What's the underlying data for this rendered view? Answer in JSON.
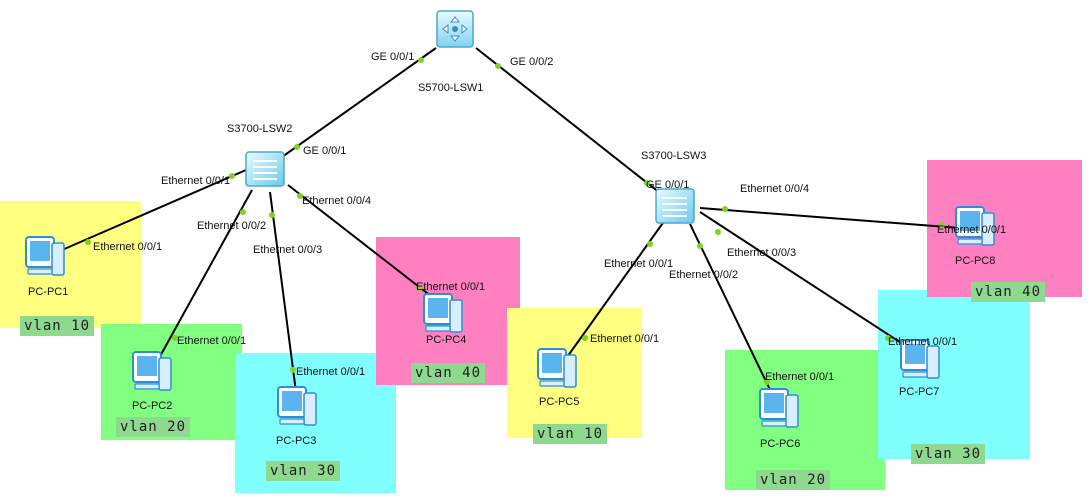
{
  "colors": {
    "yellow": "#ffff80",
    "green": "#80ff80",
    "cyan": "#80ffff",
    "pink": "#ff80c0",
    "vlan_badge": "#8fd88f",
    "port_dot": "#7ed321",
    "link": "#000000"
  },
  "zones": [
    {
      "id": "z-pc1",
      "color": "yellow",
      "vlan": "vlan 10"
    },
    {
      "id": "z-pc2",
      "color": "green",
      "vlan": "vlan 20"
    },
    {
      "id": "z-pc3",
      "color": "cyan",
      "vlan": "vlan 30"
    },
    {
      "id": "z-pc4",
      "color": "pink",
      "vlan": "vlan 40"
    },
    {
      "id": "z-pc5",
      "color": "yellow",
      "vlan": "vlan 10"
    },
    {
      "id": "z-pc6",
      "color": "green",
      "vlan": "vlan 20"
    },
    {
      "id": "z-pc7",
      "color": "cyan",
      "vlan": "vlan 30"
    },
    {
      "id": "z-pc8",
      "color": "pink",
      "vlan": "vlan 40"
    }
  ],
  "devices": {
    "lsw1": {
      "name": "S5700-LSW1",
      "icon": "core-switch-icon"
    },
    "lsw2": {
      "name": "S3700-LSW2",
      "icon": "switch-icon"
    },
    "lsw3": {
      "name": "S3700-LSW3",
      "icon": "switch-icon"
    },
    "pc1": {
      "name": "PC-PC1",
      "icon": "pc-icon"
    },
    "pc2": {
      "name": "PC-PC2",
      "icon": "pc-icon"
    },
    "pc3": {
      "name": "PC-PC3",
      "icon": "pc-icon"
    },
    "pc4": {
      "name": "PC-PC4",
      "icon": "pc-icon"
    },
    "pc5": {
      "name": "PC-PC5",
      "icon": "pc-icon"
    },
    "pc6": {
      "name": "PC-PC6",
      "icon": "pc-icon"
    },
    "pc7": {
      "name": "PC-PC7",
      "icon": "pc-icon"
    },
    "pc8": {
      "name": "PC-PC8",
      "icon": "pc-icon"
    }
  },
  "ports": {
    "lsw1_ge1": "GE 0/0/1",
    "lsw1_ge2": "GE 0/0/2",
    "lsw2_ge1": "GE 0/0/1",
    "lsw2_e1": "Ethernet 0/0/1",
    "lsw2_e2": "Ethernet 0/0/2",
    "lsw2_e3": "Ethernet 0/0/3",
    "lsw2_e4": "Ethernet 0/0/4",
    "lsw3_ge1": "GE 0/0/1",
    "lsw3_e1": "Ethernet 0/0/1",
    "lsw3_e2": "Ethernet 0/0/2",
    "lsw3_e3": "Ethernet 0/0/3",
    "lsw3_e4": "Ethernet 0/0/4",
    "pc1_e1": "Ethernet 0/0/1",
    "pc2_e1": "Ethernet 0/0/1",
    "pc3_e1": "Ethernet 0/0/1",
    "pc4_e1": "Ethernet 0/0/1",
    "pc5_e1": "Ethernet 0/0/1",
    "pc6_e1": "Ethernet 0/0/1",
    "pc7_e1": "Ethernet 0/0/1",
    "pc8_e1": "Ethernet 0/0/1"
  },
  "links": [
    {
      "from": "lsw1",
      "from_port": "GE 0/0/1",
      "to": "lsw2",
      "to_port": "GE 0/0/1"
    },
    {
      "from": "lsw1",
      "from_port": "GE 0/0/2",
      "to": "lsw3",
      "to_port": "GE 0/0/1"
    },
    {
      "from": "lsw2",
      "from_port": "Ethernet 0/0/1",
      "to": "pc1",
      "to_port": "Ethernet 0/0/1"
    },
    {
      "from": "lsw2",
      "from_port": "Ethernet 0/0/2",
      "to": "pc2",
      "to_port": "Ethernet 0/0/1"
    },
    {
      "from": "lsw2",
      "from_port": "Ethernet 0/0/3",
      "to": "pc3",
      "to_port": "Ethernet 0/0/1"
    },
    {
      "from": "lsw2",
      "from_port": "Ethernet 0/0/4",
      "to": "pc4",
      "to_port": "Ethernet 0/0/1"
    },
    {
      "from": "lsw3",
      "from_port": "Ethernet 0/0/1",
      "to": "pc5",
      "to_port": "Ethernet 0/0/1"
    },
    {
      "from": "lsw3",
      "from_port": "Ethernet 0/0/2",
      "to": "pc6",
      "to_port": "Ethernet 0/0/1"
    },
    {
      "from": "lsw3",
      "from_port": "Ethernet 0/0/3",
      "to": "pc7",
      "to_port": "Ethernet 0/0/1"
    },
    {
      "from": "lsw3",
      "from_port": "Ethernet 0/0/4",
      "to": "pc8",
      "to_port": "Ethernet 0/0/1"
    }
  ]
}
